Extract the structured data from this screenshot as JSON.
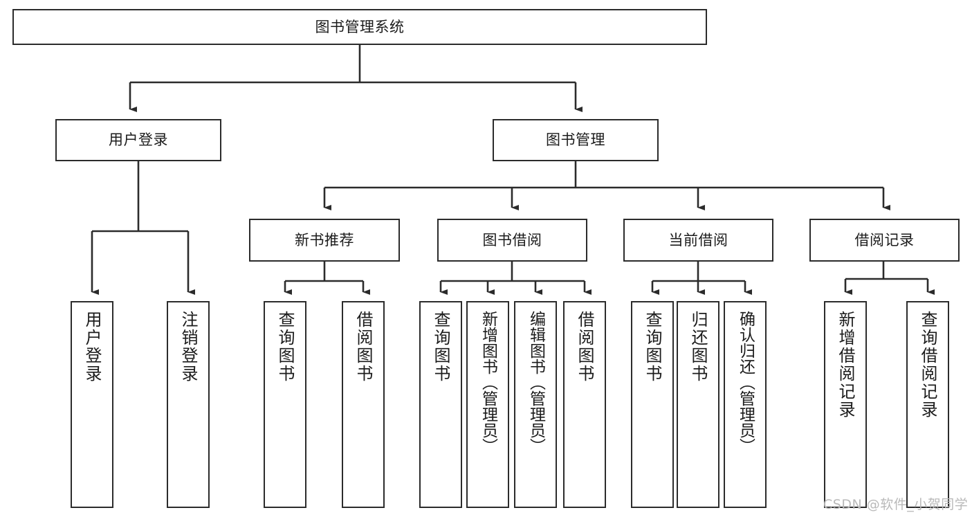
{
  "diagram": {
    "type": "tree-hierarchy",
    "title": "图书管理系统",
    "watermark": "CSDN @软件_小贺同学",
    "colors": {
      "box_stroke": "#2b2b2b",
      "box_fill": "#ffffff",
      "edge": "#2b2b2b",
      "text": "#1b1b1b",
      "watermark": "#b9b9b9",
      "background": "#ffffff"
    },
    "nodes": {
      "root": {
        "label": "图书管理系统"
      },
      "level1": [
        {
          "id": "user-login",
          "label": "用户登录"
        },
        {
          "id": "book-manage",
          "label": "图书管理"
        }
      ],
      "level2": [
        {
          "id": "new-book-rec",
          "label": "新书推荐"
        },
        {
          "id": "book-borrow",
          "label": "图书借阅"
        },
        {
          "id": "current-borrow",
          "label": "当前借阅"
        },
        {
          "id": "borrow-record",
          "label": "借阅记录"
        }
      ],
      "leaves": [
        {
          "id": "leaf-user-login",
          "label": "用户登录",
          "parent": "user-login"
        },
        {
          "id": "leaf-logout",
          "label": "注销登录",
          "parent": "user-login"
        },
        {
          "id": "leaf-query-book-1",
          "label": "查询图书",
          "parent": "new-book-rec"
        },
        {
          "id": "leaf-borrow-book-1",
          "label": "借阅图书",
          "parent": "new-book-rec"
        },
        {
          "id": "leaf-query-book-2",
          "label": "查询图书",
          "parent": "book-borrow"
        },
        {
          "id": "leaf-add-book",
          "label": "新增图书（管理员）",
          "parent": "book-borrow"
        },
        {
          "id": "leaf-edit-book",
          "label": "编辑图书（管理员）",
          "parent": "book-borrow"
        },
        {
          "id": "leaf-borrow-book-2",
          "label": "借阅图书",
          "parent": "book-borrow"
        },
        {
          "id": "leaf-query-book-3",
          "label": "查询图书",
          "parent": "current-borrow"
        },
        {
          "id": "leaf-return-book",
          "label": "归还图书",
          "parent": "current-borrow"
        },
        {
          "id": "leaf-confirm-return",
          "label": "确认归还（管理员）",
          "parent": "current-borrow"
        },
        {
          "id": "leaf-add-record",
          "label": "新增借阅记录",
          "parent": "borrow-record"
        },
        {
          "id": "leaf-query-record",
          "label": "查询借阅记录",
          "parent": "borrow-record"
        }
      ]
    }
  }
}
